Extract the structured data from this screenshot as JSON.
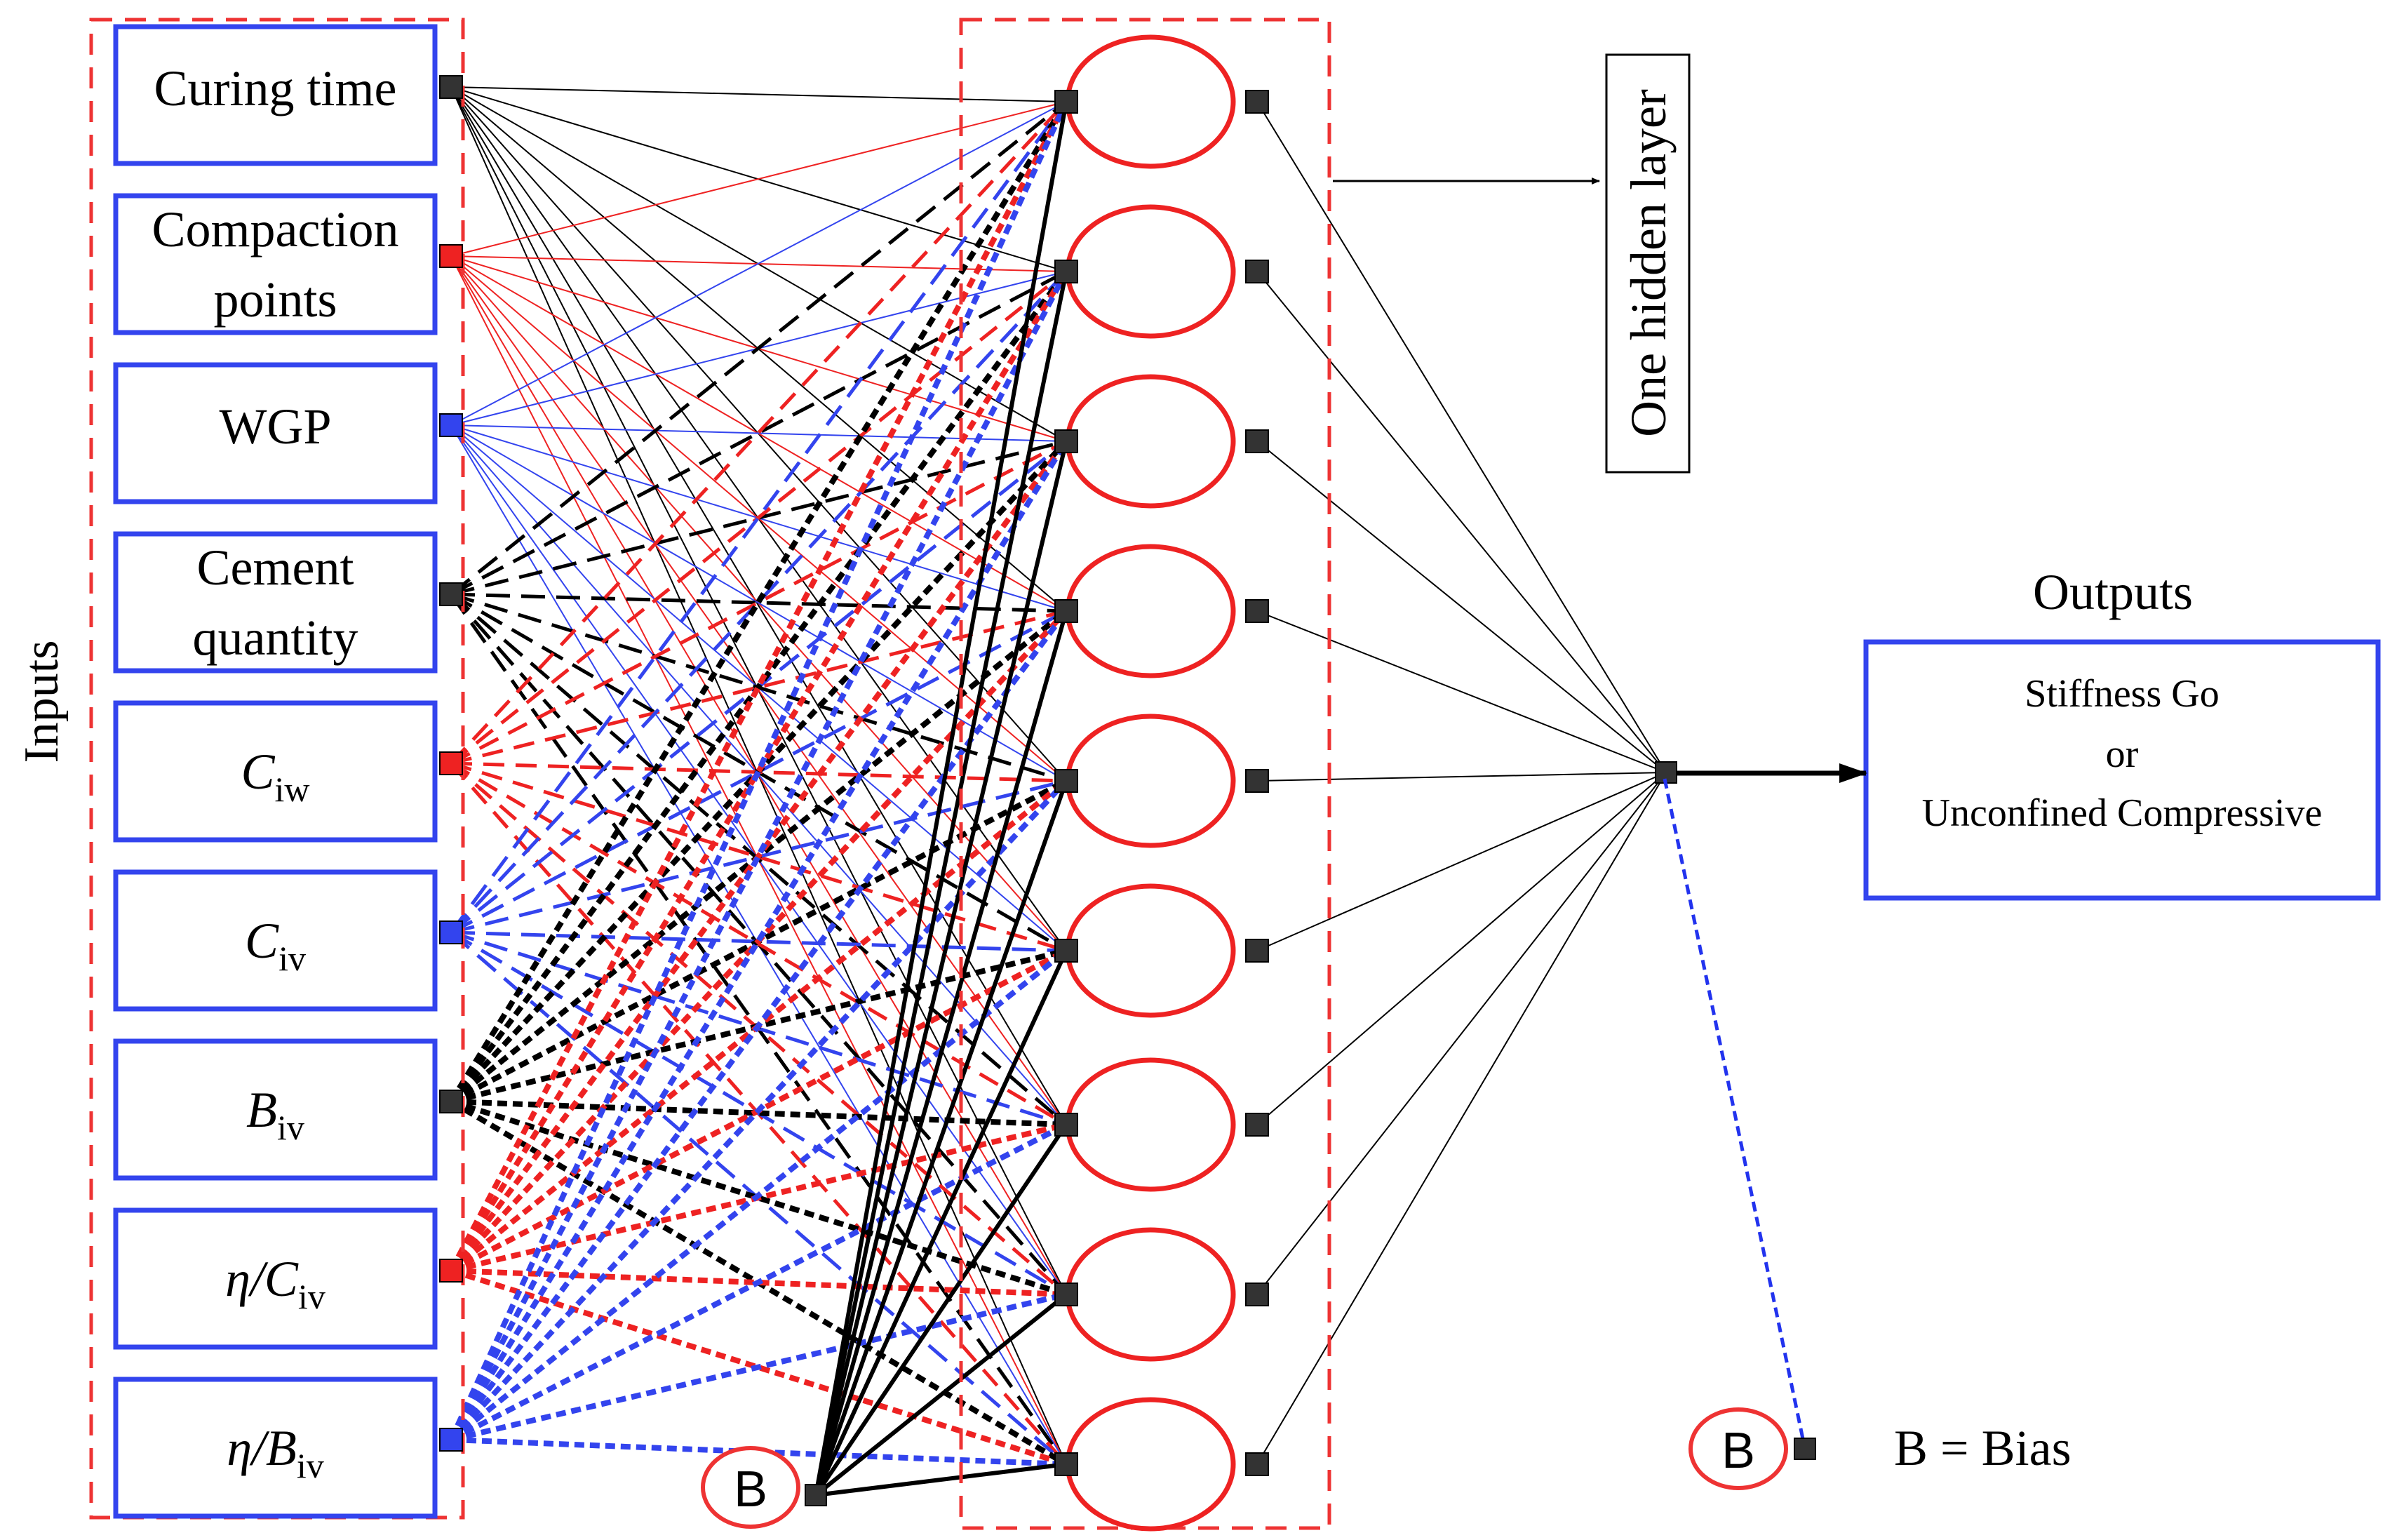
{
  "inputs": {
    "group_label": "Inputs",
    "items": [
      {
        "lines": [
          "Curing time"
        ],
        "type": "text",
        "node_color": "#333333"
      },
      {
        "lines": [
          "Compaction",
          "points"
        ],
        "type": "text",
        "node_color": "#ee2222"
      },
      {
        "lines": [
          "WGP"
        ],
        "type": "text",
        "node_color": "#3344ee"
      },
      {
        "lines": [
          "Cement",
          "quantity"
        ],
        "type": "text",
        "node_color": "#333333"
      },
      {
        "type": "math",
        "prefix": "",
        "main": "C",
        "sub": "iw",
        "node_color": "#ee2222"
      },
      {
        "type": "math",
        "prefix": "",
        "main": "C",
        "sub": "iv",
        "node_color": "#3344ee"
      },
      {
        "type": "math",
        "prefix": "",
        "main": "B",
        "sub": "iv",
        "node_color": "#333333"
      },
      {
        "type": "math",
        "prefix": "η/",
        "main": "C",
        "sub": "iv",
        "node_color": "#ee2222"
      },
      {
        "type": "math",
        "prefix": "η/",
        "main": "B",
        "sub": "iv",
        "node_color": "#3344ee"
      }
    ]
  },
  "hidden": {
    "neuron_count": 9,
    "label": "One hidden layer"
  },
  "outputs": {
    "title": "Outputs",
    "line1": "Stiffness Go",
    "line2": "or",
    "line3": "Unconfined Compressive"
  },
  "bias": {
    "symbol": "B",
    "legend": "B = Bias"
  },
  "colors": {
    "red": "#ee2222",
    "blue": "#3344ee",
    "black": "#000000",
    "box_border": "#3344ee",
    "node": "#333333"
  }
}
